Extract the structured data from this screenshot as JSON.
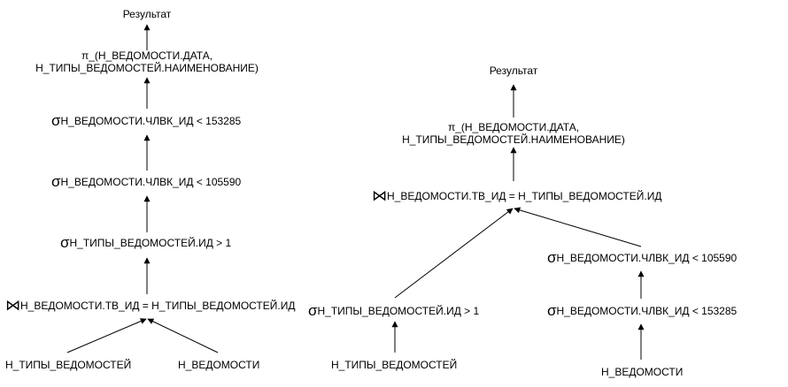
{
  "left_tree": {
    "result": "Результат",
    "projection_line1": "π_(Н_ВЕДОМОСТИ.ДАТА,",
    "projection_line2": "Н_ТИПЫ_ВЕДОМОСТЕЙ.НАИМЕНОВАНИЕ)",
    "selection_chlvk_153285": {
      "op": "σ",
      "text": "Н_ВЕДОМОСТИ.ЧЛВК_ИД < 153285"
    },
    "selection_chlvk_105590": {
      "op": "σ",
      "text": "Н_ВЕДОМОСТИ.ЧЛВК_ИД < 105590"
    },
    "selection_tip_id": {
      "op": "σ",
      "text": "Н_ТИПЫ_ВЕДОМОСТЕЙ.ИД > 1"
    },
    "join": {
      "op": "⋈",
      "text": "Н_ВЕДОМОСТИ.ТВ_ИД = Н_ТИПЫ_ВЕДОМОСТЕЙ.ИД"
    },
    "table_tipy": "Н_ТИПЫ_ВЕДОМОСТЕЙ",
    "table_vedomosti": "Н_ВЕДОМОСТИ"
  },
  "right_tree": {
    "result": "Результат",
    "projection_line1": "π_(Н_ВЕДОМОСТИ.ДАТА,",
    "projection_line2": "Н_ТИПЫ_ВЕДОМОСТЕЙ.НАИМЕНОВАНИЕ)",
    "join": {
      "op": "⋈",
      "text": "Н_ВЕДОМОСТИ.ТВ_ИД = Н_ТИПЫ_ВЕДОМОСТЕЙ.ИД"
    },
    "selection_tip_id": {
      "op": "σ",
      "text": "Н_ТИПЫ_ВЕДОМОСТЕЙ.ИД > 1"
    },
    "selection_chlvk_105590": {
      "op": "σ",
      "text": "Н_ВЕДОМОСТИ.ЧЛВК_ИД < 105590"
    },
    "selection_chlvk_153285": {
      "op": "σ",
      "text": "Н_ВЕДОМОСТИ.ЧЛВК_ИД < 153285"
    },
    "table_tipy": "Н_ТИПЫ_ВЕДОМОСТЕЙ",
    "table_vedomosti": "Н_ВЕДОМОСТИ"
  },
  "colors": {
    "edge": "#000000",
    "text": "#000000",
    "background": "#ffffff"
  }
}
